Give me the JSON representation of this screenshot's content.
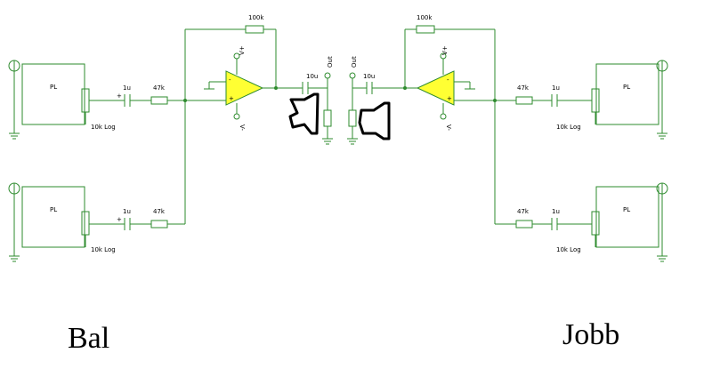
{
  "diagram": {
    "wire_color": "#2e8b2e",
    "opamp_fill": "#ffff33",
    "ink_color": "#000000",
    "left": {
      "caption": "Bal",
      "pot_box_label": "PL",
      "pot_value": "10k Log",
      "input_cap": "1u",
      "input_res": "47k",
      "feedback_res": "100k",
      "output_cap": "10u",
      "output_label": "Out",
      "supply_pos": "V+",
      "supply_neg": "V-"
    },
    "right": {
      "caption": "Jobb",
      "pot_box_label": "PL",
      "pot_value": "10k Log",
      "input_cap": "1u",
      "input_res": "47k",
      "feedback_res": "100k",
      "output_cap": "10u",
      "output_label": "Out",
      "supply_pos": "V+",
      "supply_neg": "V-"
    }
  }
}
